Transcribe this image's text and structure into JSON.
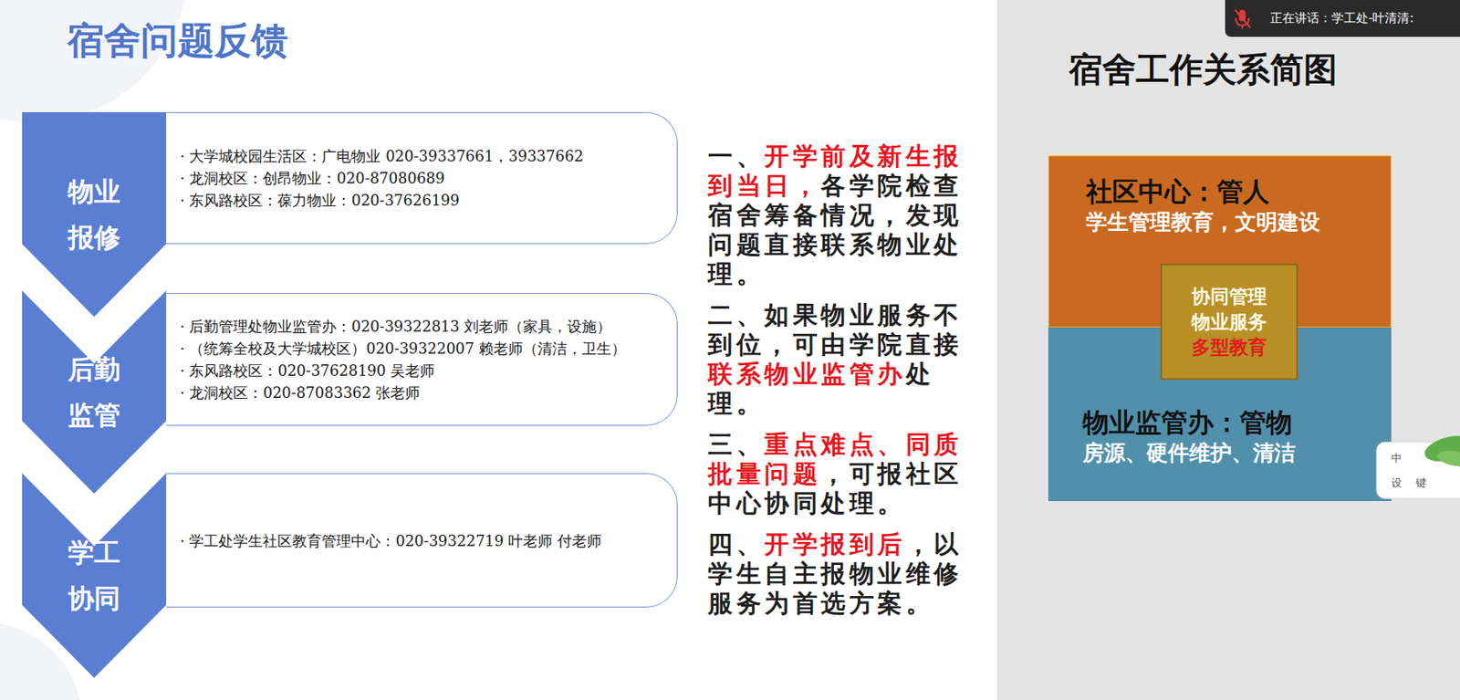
{
  "diagram": {
    "title": "宿舍问题反馈",
    "nodes": [
      {
        "text": [
          "物业报修"
        ]
      },
      {
        "text": [
          "· 大学城校园生活区：广电物业 020-39337661，39337662",
          "· 龙洞校区：创昂物业：020-87080689",
          "· 东风路校区：葆力物业：020-37626199"
        ]
      },
      {
        "text": [
          "后勤监管"
        ]
      },
      {
        "text": [
          "· 后勤管理处物业监管办：020-39322813 刘老师（家具，设施）",
          "· （统筹全校及大学城校区）020-39322007 赖老师（清洁，卫生）",
          "· 东风路校区：020-37628190 吴老师",
          "· 龙洞校区：020-87083362 张老师"
        ]
      },
      {
        "text": [
          "学工协同"
        ]
      },
      {
        "text": [
          "· 学工处学生社区教育管理中心：020-39322719 叶老师 付老师"
        ]
      },
      {
        "text": [
          "宿舍工作关系简图"
        ]
      },
      {
        "text": [
          "社区中心：管人",
          "学生管理教育，文明建设"
        ],
        "in": 6
      },
      {
        "text": [
          "协同管理",
          "物业服务",
          "多型教育"
        ],
        "in": 6
      },
      {
        "text": [
          "物业监管办：管物",
          "房源、硬件维护、清洁"
        ],
        "in": 6
      }
    ],
    "labels": [
      "一、",
      "开学前及新生报到当日，",
      "各学院检查宿舍筹备情况，发现问题直接联系物业处理。",
      "二、如果物业服务不到位，可由学院直接",
      "联系物业监管办",
      "处理。",
      "三、",
      "重点难点、同质批量问题",
      "，可报社区中心协同处理。",
      "四、",
      "开学报到后",
      "，以学生自主报物业维修服务为首选方案。",
      "正在讲话：学工处-叶清清:",
      "中",
      "设",
      "键"
    ]
  }
}
